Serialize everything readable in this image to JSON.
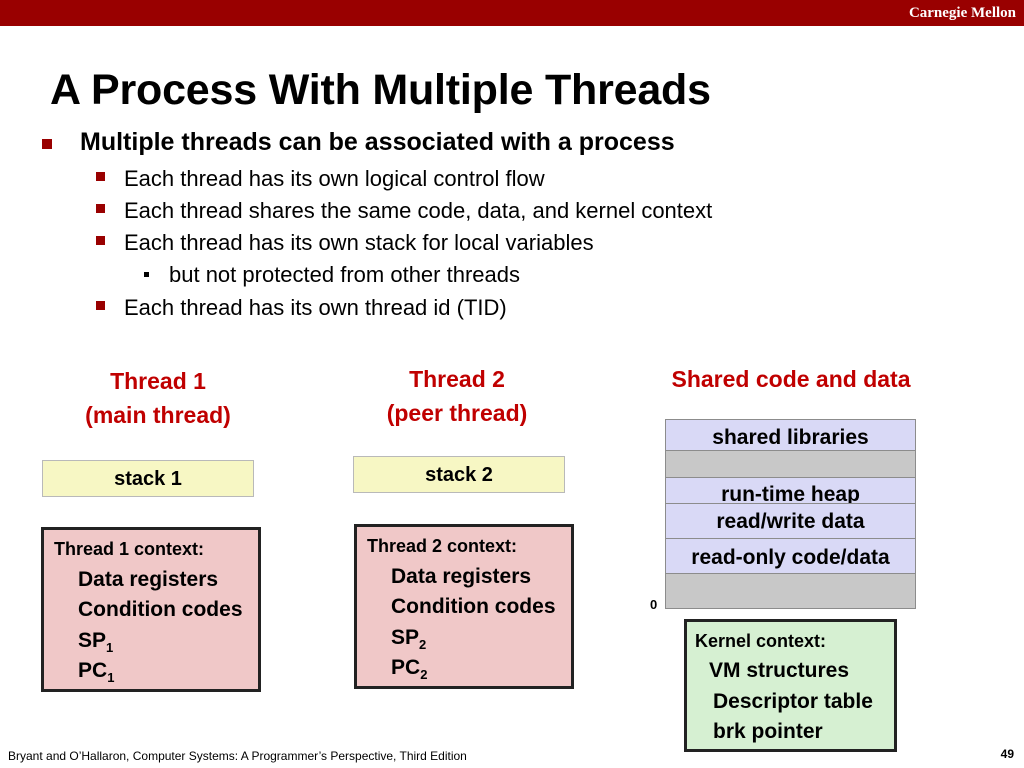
{
  "brand": "Carnegie Mellon",
  "title": "A Process With Multiple Threads",
  "bullets": {
    "main": "Multiple threads can be associated with a process",
    "sub": [
      "Each thread has its own logical control flow",
      "Each thread shares the same code, data, and kernel context",
      "Each thread has its own stack for local variables",
      "Each thread has its own thread id (TID)"
    ],
    "subsub": "but not protected from other threads"
  },
  "thread1": {
    "label_line1": "Thread 1",
    "label_line2": "(main thread)",
    "stack": "stack 1",
    "context": {
      "head": "Thread 1 context:",
      "line1": "Data registers",
      "line2": "Condition codes",
      "sp": "SP",
      "sp_sub": "1",
      "pc": "PC",
      "pc_sub": "1"
    }
  },
  "thread2": {
    "label_line1": "Thread 2",
    "label_line2": "(peer thread)",
    "stack": "stack 2",
    "context": {
      "head": "Thread 2 context:",
      "line1": "Data registers",
      "line2": "Condition codes",
      "sp": "SP",
      "sp_sub": "2",
      "pc": "PC",
      "pc_sub": "2"
    }
  },
  "shared": {
    "label": "Shared code and data",
    "segments": [
      "shared libraries",
      "run-time heap",
      "read/write data",
      "read-only code/data"
    ],
    "zero_address": "0"
  },
  "kernel": {
    "head": "Kernel context:",
    "line1": "VM structures",
    "line2": "Descriptor table",
    "line3": "brk pointer"
  },
  "footer": "Bryant and O’Hallaron, Computer Systems: A Programmer’s Perspective, Third Edition",
  "page_number": "49",
  "colors": {
    "header_bar": "#990000",
    "label_red": "#c00000",
    "stack_fill": "#f7f7c4",
    "context_fill": "#f0c8c8",
    "segment_fill": "#d9d9f6",
    "kernel_fill": "#d6f0d2"
  }
}
